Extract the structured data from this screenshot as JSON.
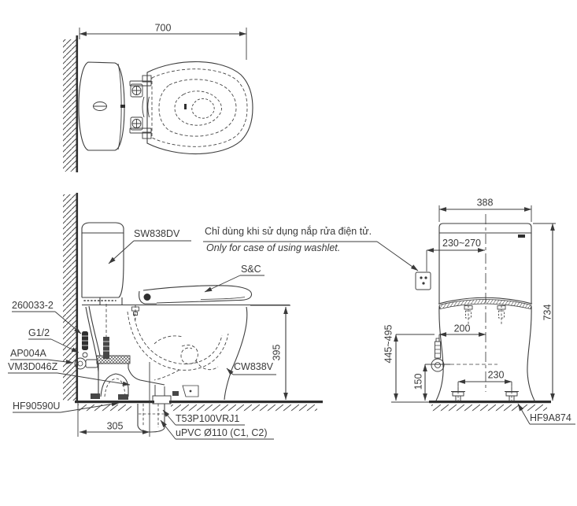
{
  "colors": {
    "ink": "#3a3a3a",
    "background": "#ffffff"
  },
  "top_view": {
    "dim_width": "700"
  },
  "side_view": {
    "part_tank": "SW838DV",
    "part_fitting": "260033-2",
    "part_supply_thread": "G1/2",
    "part_stop_valve": "AP004A",
    "part_trap_seal": "VM3D046Z",
    "part_floor_flange": "HF90590U",
    "part_seat": "S&C",
    "part_bowl": "CW838V",
    "part_outlet_joint": "T53P100VRJ1",
    "part_drain_pipe": "uPVC Ø110 (C1, C2)",
    "dim_seat_height": "395",
    "dim_rough_in": "305"
  },
  "note": {
    "vi": "Chỉ dùng khi sử dụng nắp rửa điện tử.",
    "en": "Only for case of using washlet."
  },
  "front_view": {
    "dim_width": "388",
    "dim_outlet_offset": "230~270",
    "dim_total_height": "734",
    "dim_supply_height": "445~495",
    "dim_supply_offset": "200",
    "dim_valve_height": "150",
    "dim_bolt_spacing": "230",
    "part_bolt_caps": "HF9A874"
  }
}
